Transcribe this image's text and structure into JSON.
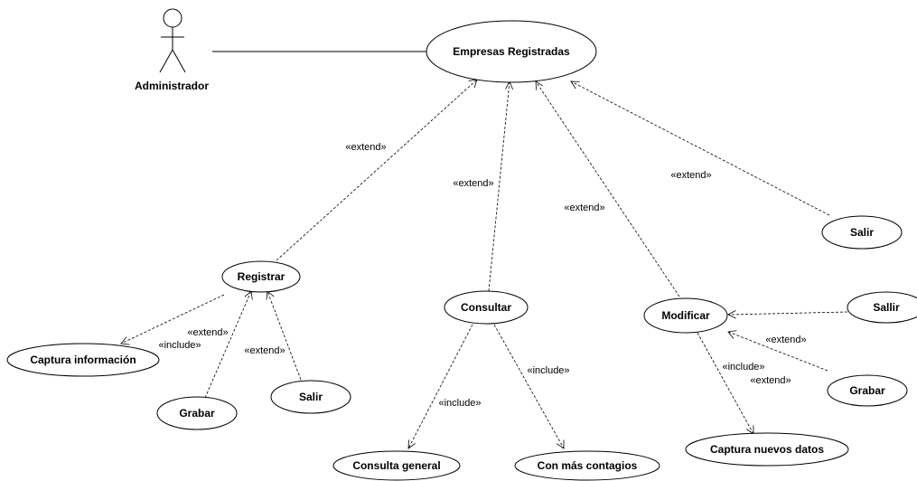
{
  "actor": {
    "name": "Administrador"
  },
  "use_cases": {
    "empresas": "Empresas Registradas",
    "registrar": "Registrar",
    "consultar": "Consultar",
    "modificar": "Modificar",
    "salir_top": "Salir",
    "sallir_right": "Sallir",
    "captura_info": "Captura información",
    "grabar_left": "Grabar",
    "salir_left": "Salir",
    "consulta_general": "Consulta general",
    "con_mas_contagios": "Con más contagios",
    "grabar_right": "Grabar",
    "captura_nuevos": "Captura nuevos datos"
  },
  "relations": {
    "extend": "«extend»",
    "include": "«include»"
  }
}
